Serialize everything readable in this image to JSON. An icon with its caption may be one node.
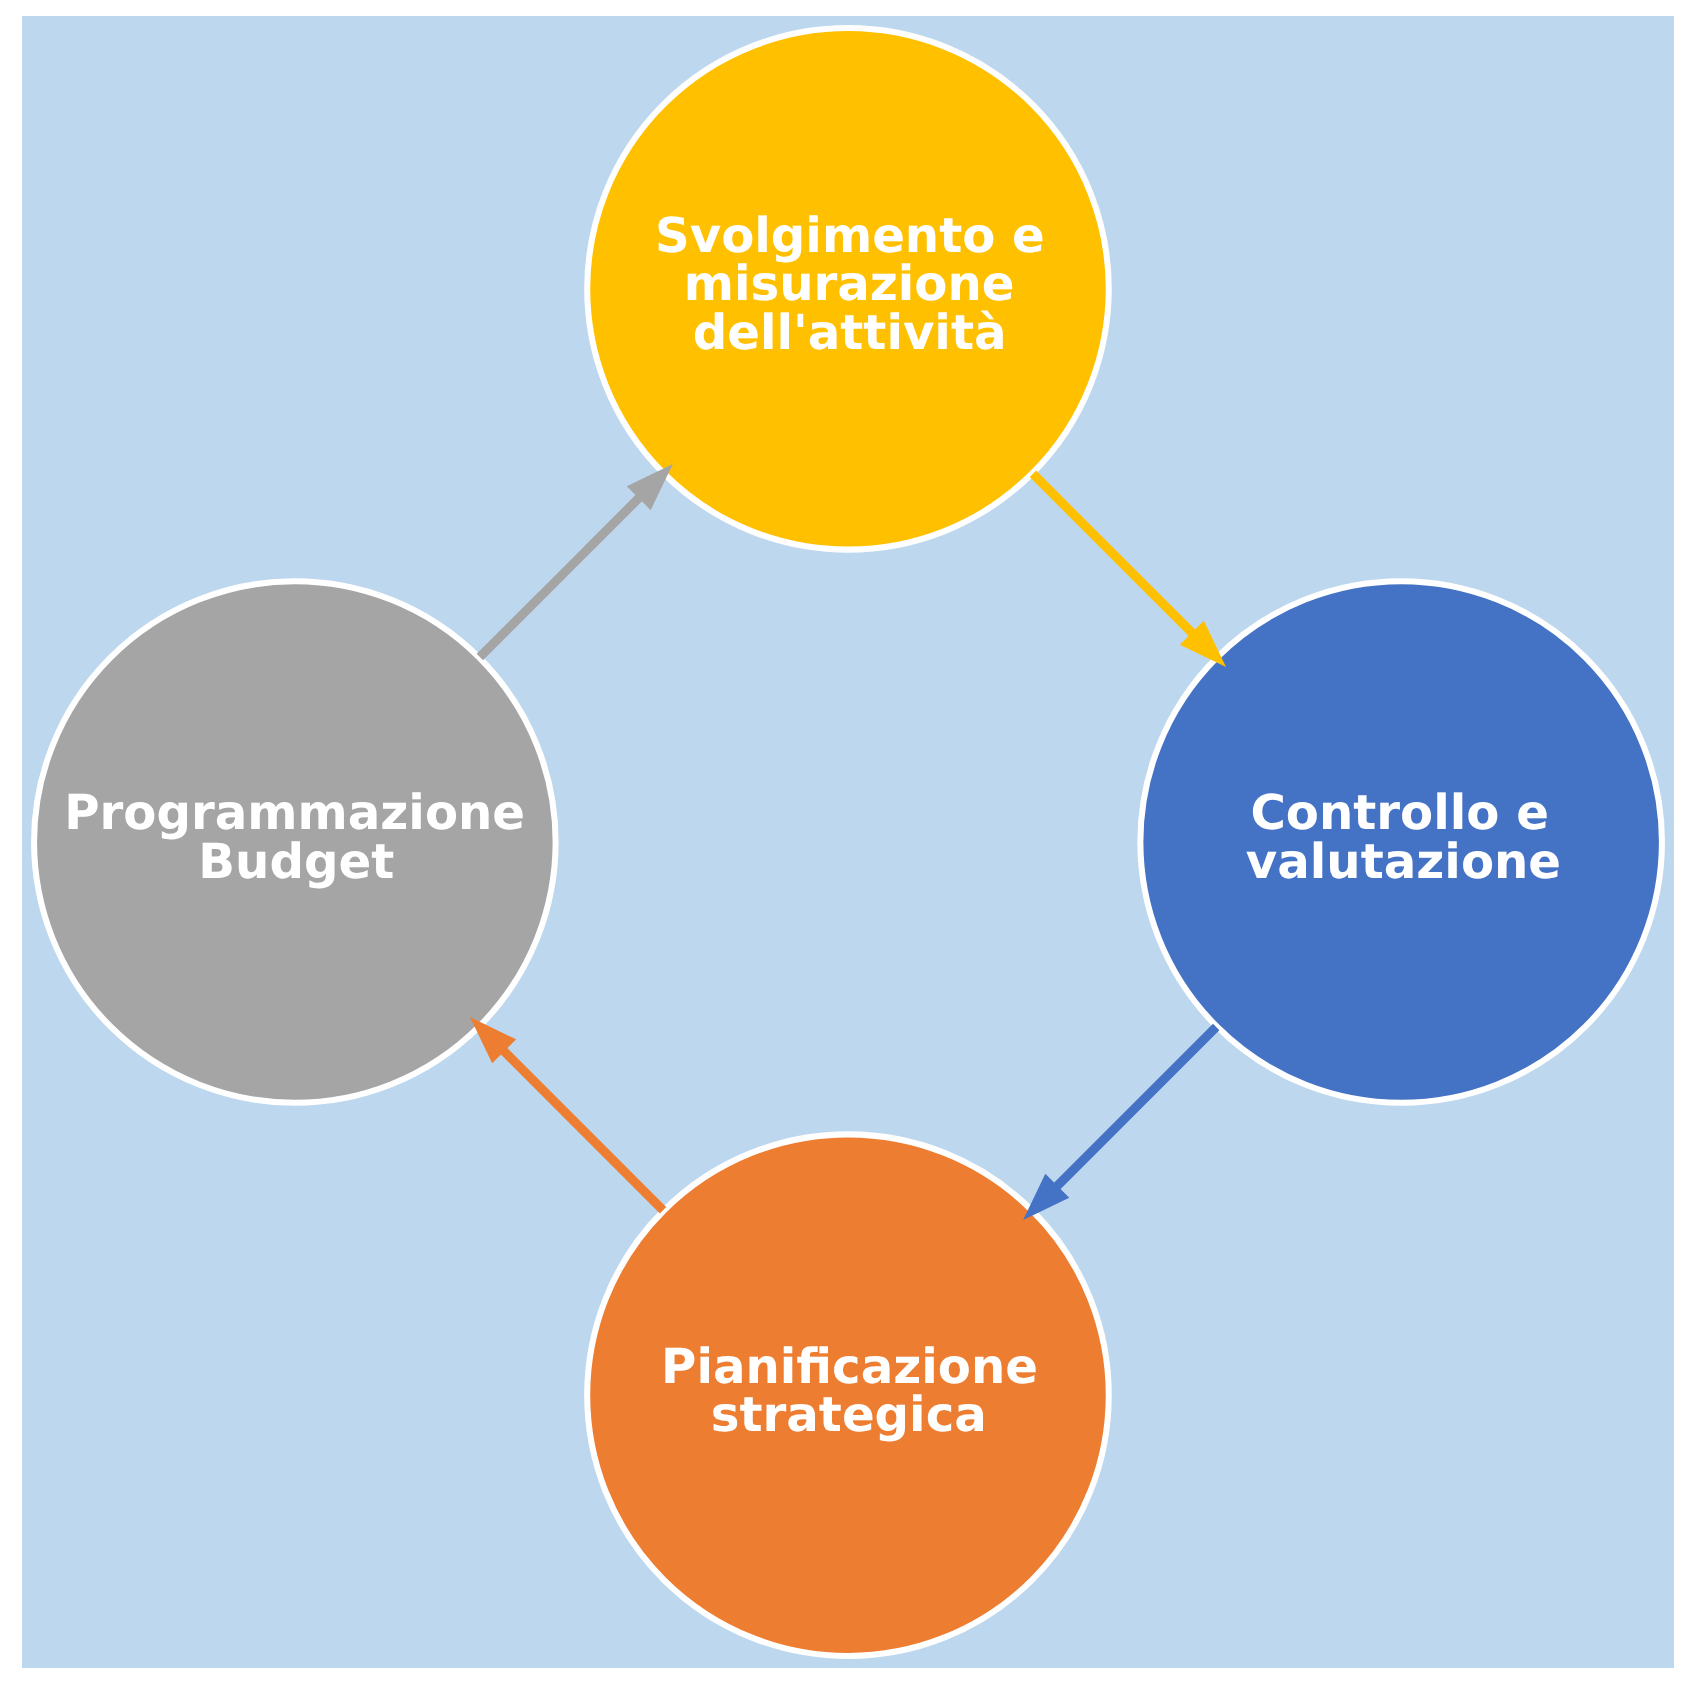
{
  "diagram": {
    "nodes": [
      {
        "text": [
          "Pianificazione strategica"
        ]
      },
      {
        "text": [
          "Programmazione Budget"
        ]
      },
      {
        "text": [
          "Svolgimento e misurazione dell'attività"
        ]
      },
      {
        "text": [
          "Controllo e valutazione"
        ]
      }
    ],
    "edges": [
      {
        "from": 0,
        "to": 1,
        "arrow": "to",
        "color": "#ed7d31"
      },
      {
        "from": 1,
        "to": 2,
        "arrow": "to",
        "color": "#a5a5a5"
      },
      {
        "from": 2,
        "to": 3,
        "arrow": "to",
        "color": "#ffc000"
      },
      {
        "from": 3,
        "to": 0,
        "arrow": "to",
        "color": "#4472c4"
      }
    ]
  }
}
